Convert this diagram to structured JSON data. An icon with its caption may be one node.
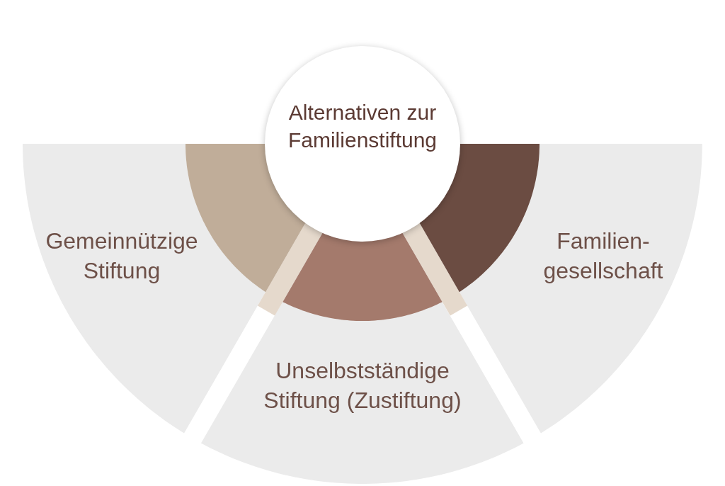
{
  "diagram": {
    "nodes": [
      {
        "text": [
          "Alternativen zur Familienstiftung"
        ]
      },
      {
        "text": [
          "Gemeinnützige Stiftung"
        ]
      },
      {
        "text": [
          "Unselbstständige Stiftung (Zustiftung)"
        ]
      },
      {
        "text": [
          "Familien- gesellschaft"
        ]
      }
    ]
  }
}
